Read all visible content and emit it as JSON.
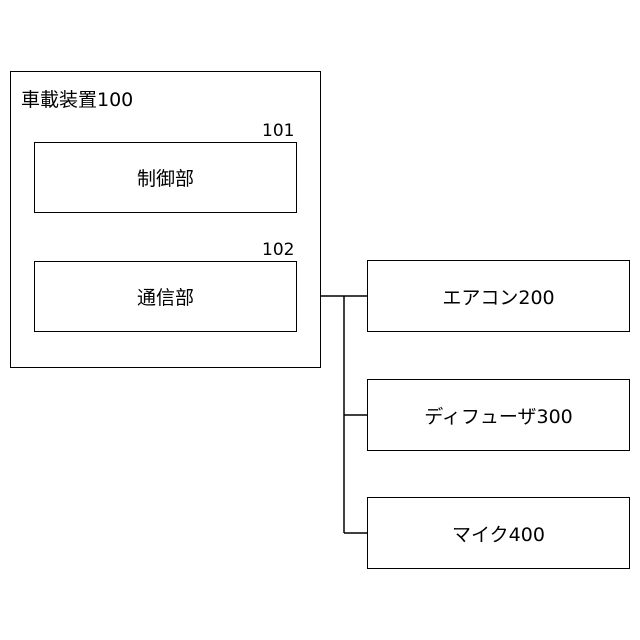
{
  "device": {
    "title": "車載装置100",
    "control": {
      "label": "制御部",
      "ref": "101"
    },
    "comm": {
      "label": "通信部",
      "ref": "102"
    }
  },
  "peripherals": [
    {
      "label": "エアコン200"
    },
    {
      "label": "ディフューザ300"
    },
    {
      "label": "マイク400"
    }
  ]
}
